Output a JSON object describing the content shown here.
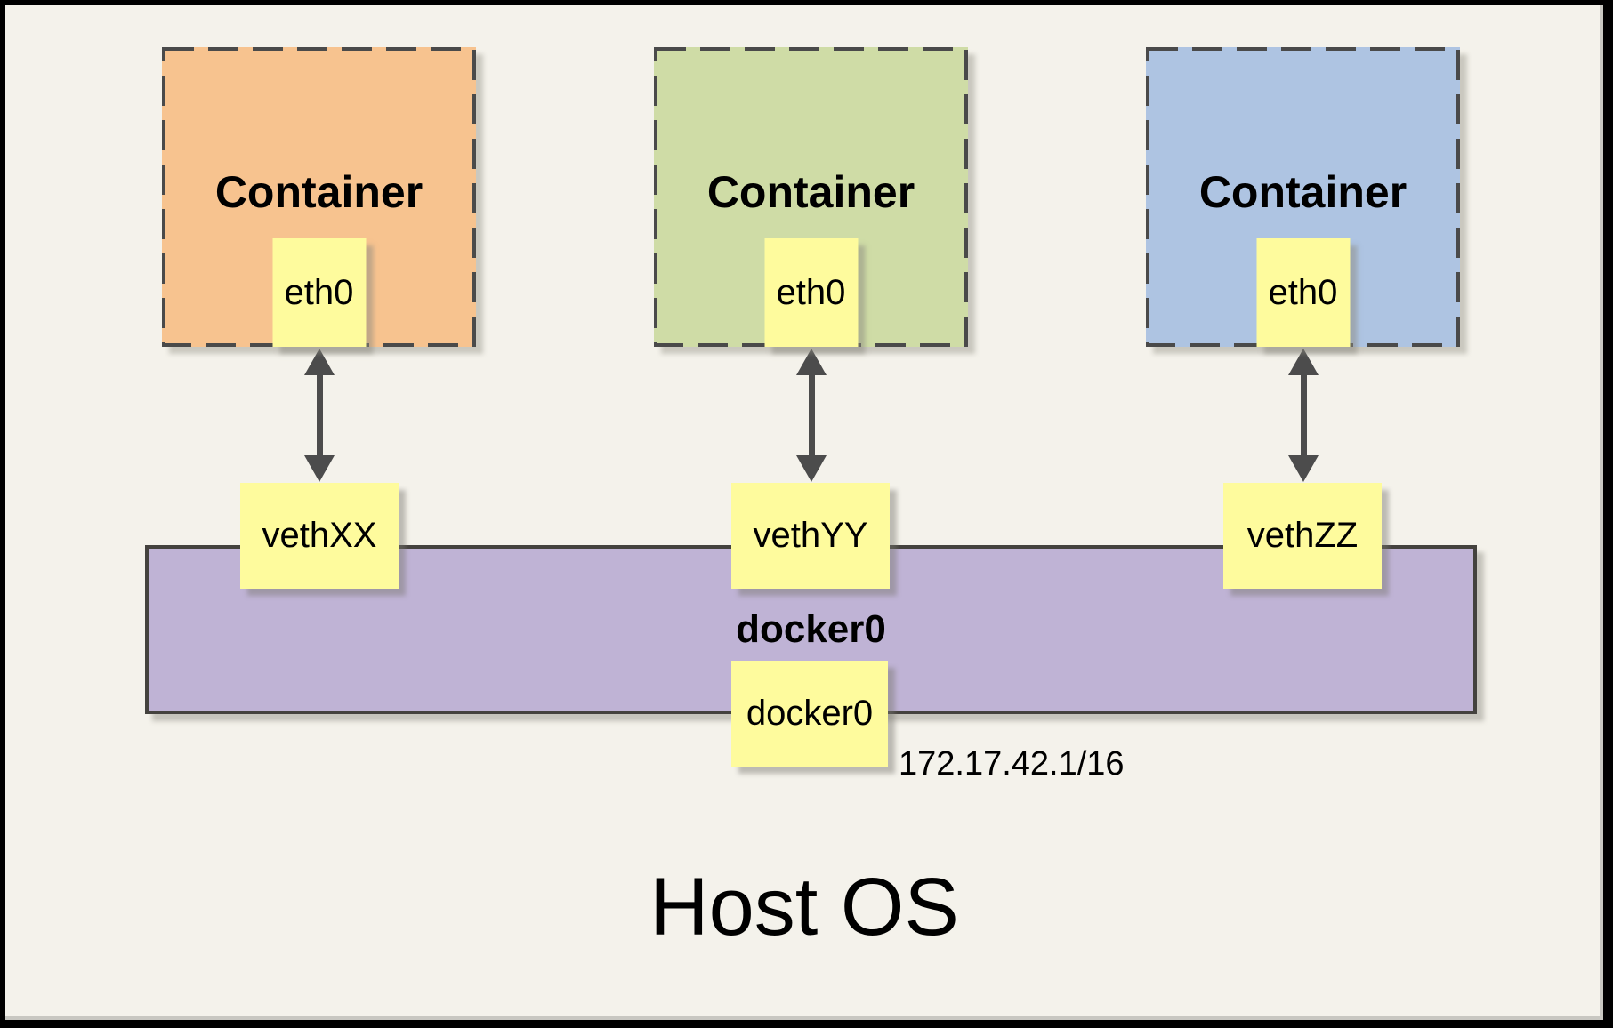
{
  "palette": {
    "background": "#F4F2EB",
    "frame_border": "#000000",
    "dash_border": "#4A4A4A",
    "box_yellow": "#FEFB9D",
    "bar_purple": "#BFB3D5",
    "bar_border": "#44423E",
    "arrow_gray": "#4C4C4C",
    "container_orange": "#F7C38F",
    "container_green": "#CFDCA6",
    "container_blue": "#AEC4E2"
  },
  "containers": [
    {
      "label": "Container",
      "interface": "eth0",
      "veth": "vethXX",
      "fill": "#F7C38F"
    },
    {
      "label": "Container",
      "interface": "eth0",
      "veth": "vethYY",
      "fill": "#CFDCA6"
    },
    {
      "label": "Container",
      "interface": "eth0",
      "veth": "vethZZ",
      "fill": "#AEC4E2"
    }
  ],
  "bridge": {
    "label": "docker0",
    "interface_label": "docker0",
    "ip": "172.17.42.1/16"
  },
  "host": {
    "label": "Host OS"
  }
}
